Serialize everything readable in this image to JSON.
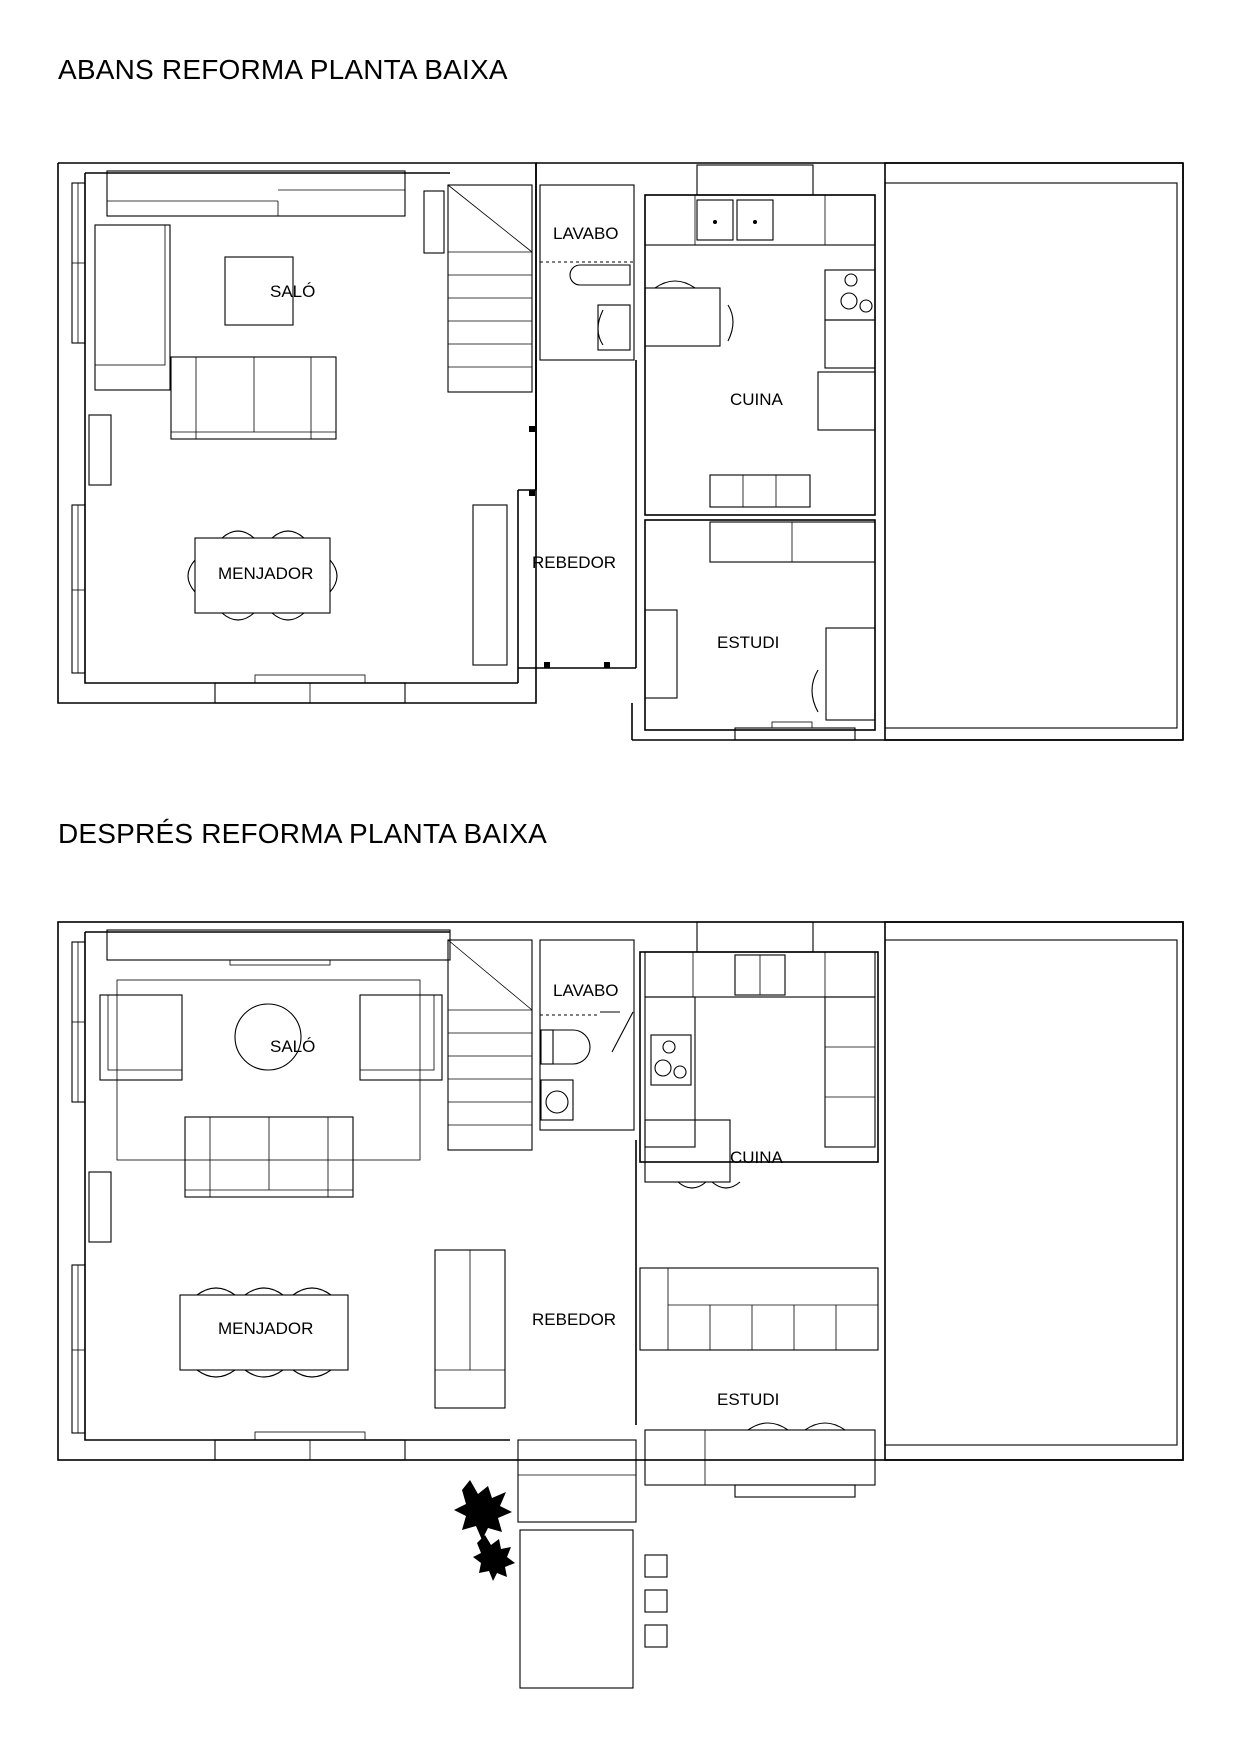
{
  "before": {
    "title": "ABANS REFORMA PLANTA BAIXA",
    "rooms": {
      "salo": "SALÓ",
      "lavabo": "LAVABO",
      "cuina": "CUINA",
      "menjador": "MENJADOR",
      "rebedor": "REBEDOR",
      "estudi": "ESTUDI"
    }
  },
  "after": {
    "title": "DESPRÉS REFORMA PLANTA BAIXA",
    "rooms": {
      "salo": "SALÓ",
      "lavabo": "LAVABO",
      "cuina": "CUINA",
      "menjador": "MENJADOR",
      "rebedor": "REBEDOR",
      "estudi": "ESTUDI"
    }
  }
}
